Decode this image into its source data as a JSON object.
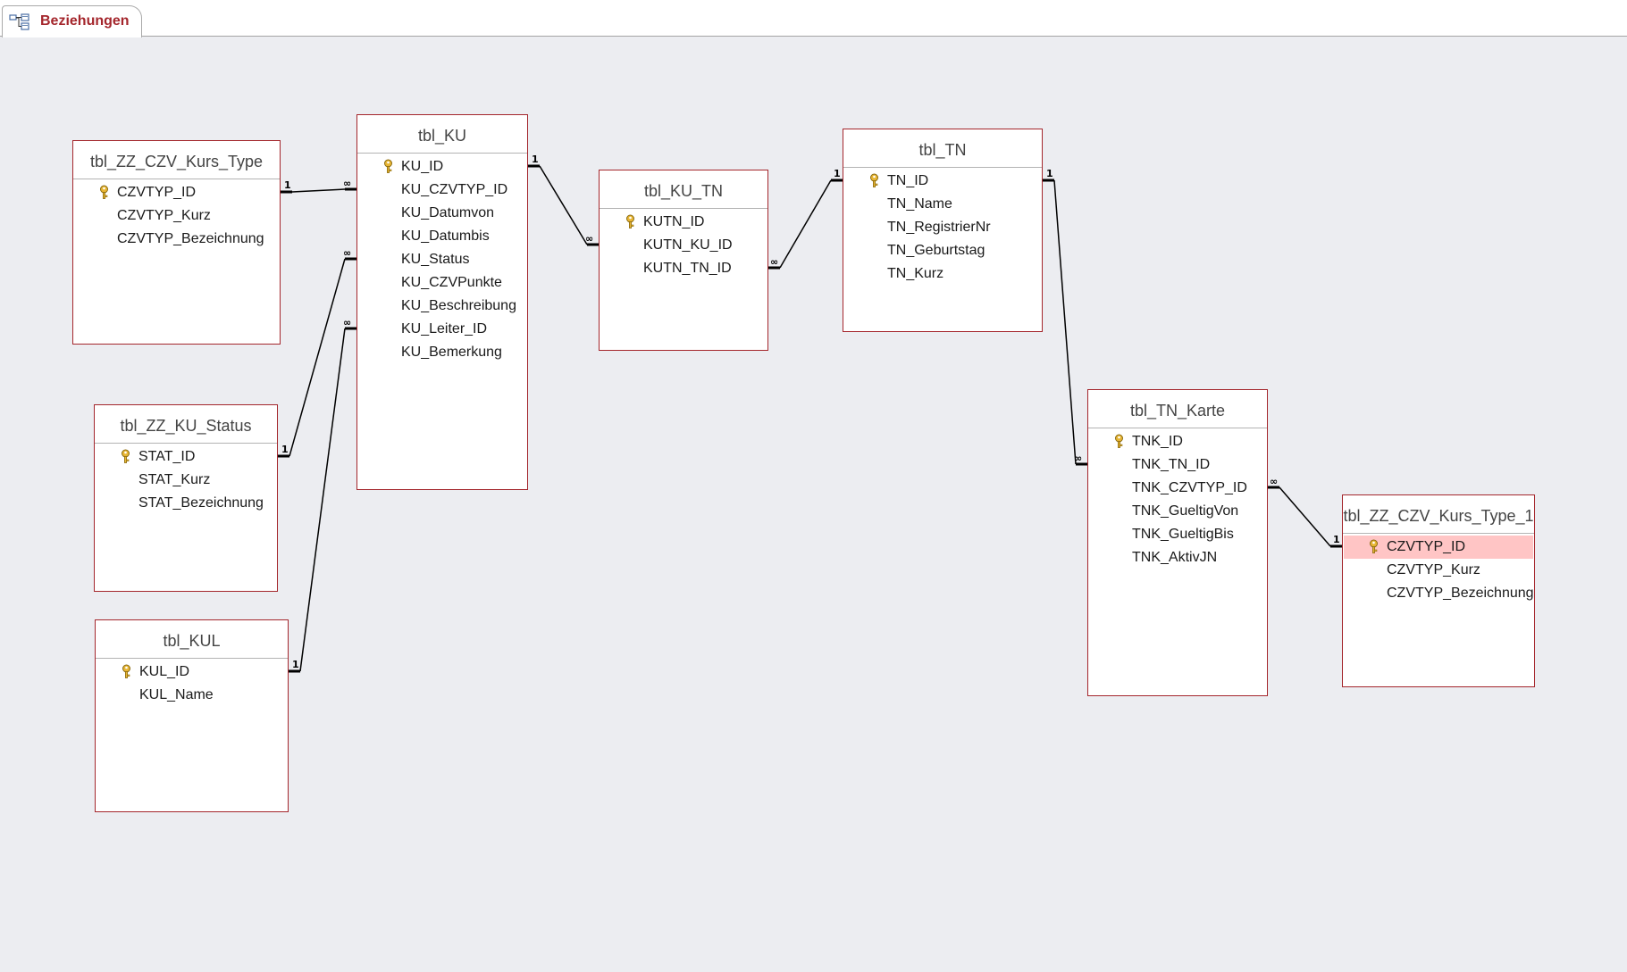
{
  "tab": {
    "label": "Beziehungen",
    "icon": "relationships-icon"
  },
  "tables": [
    {
      "id": "t_czv_type",
      "name": "tbl_ZZ_CZV_Kurs_Type",
      "fields": [
        {
          "name": "CZVTYP_ID",
          "key": true
        },
        {
          "name": "CZVTYP_Kurz"
        },
        {
          "name": "CZVTYP_Bezeichnung"
        }
      ]
    },
    {
      "id": "t_ku_status",
      "name": "tbl_ZZ_KU_Status",
      "fields": [
        {
          "name": "STAT_ID",
          "key": true
        },
        {
          "name": "STAT_Kurz"
        },
        {
          "name": "STAT_Bezeichnung"
        }
      ]
    },
    {
      "id": "t_kul",
      "name": "tbl_KUL",
      "fields": [
        {
          "name": "KUL_ID",
          "key": true
        },
        {
          "name": "KUL_Name"
        }
      ]
    },
    {
      "id": "t_ku",
      "name": "tbl_KU",
      "fields": [
        {
          "name": "KU_ID",
          "key": true
        },
        {
          "name": "KU_CZVTYP_ID"
        },
        {
          "name": "KU_Datumvon"
        },
        {
          "name": "KU_Datumbis"
        },
        {
          "name": "KU_Status"
        },
        {
          "name": "KU_CZVPunkte"
        },
        {
          "name": "KU_Beschreibung"
        },
        {
          "name": "KU_Leiter_ID"
        },
        {
          "name": "KU_Bemerkung"
        }
      ]
    },
    {
      "id": "t_ku_tn",
      "name": "tbl_KU_TN",
      "fields": [
        {
          "name": "KUTN_ID",
          "key": true
        },
        {
          "name": "KUTN_KU_ID"
        },
        {
          "name": "KUTN_TN_ID"
        }
      ]
    },
    {
      "id": "t_tn",
      "name": "tbl_TN",
      "fields": [
        {
          "name": "TN_ID",
          "key": true
        },
        {
          "name": "TN_Name"
        },
        {
          "name": "TN_RegistrierNr"
        },
        {
          "name": "TN_Geburtstag"
        },
        {
          "name": "TN_Kurz"
        }
      ]
    },
    {
      "id": "t_tn_karte",
      "name": "tbl_TN_Karte",
      "fields": [
        {
          "name": "TNK_ID",
          "key": true
        },
        {
          "name": "TNK_TN_ID"
        },
        {
          "name": "TNK_CZVTYP_ID"
        },
        {
          "name": "TNK_GueltigVon"
        },
        {
          "name": "TNK_GueltigBis"
        },
        {
          "name": "TNK_AktivJN"
        }
      ]
    },
    {
      "id": "t_czv_type_1",
      "name": "tbl_ZZ_CZV_Kurs_Type_1",
      "fields": [
        {
          "name": "CZVTYP_ID",
          "key": true,
          "selected": true
        },
        {
          "name": "CZVTYP_Kurz"
        },
        {
          "name": "CZVTYP_Bezeichnung"
        }
      ]
    }
  ],
  "relationships": [
    {
      "from": "tbl_ZZ_CZV_Kurs_Type.CZVTYP_ID",
      "to": "tbl_KU.KU_CZVTYP_ID",
      "one": "1",
      "many": "∞"
    },
    {
      "from": "tbl_ZZ_KU_Status.STAT_ID",
      "to": "tbl_KU.KU_Status",
      "one": "1",
      "many": "∞"
    },
    {
      "from": "tbl_KUL.KUL_ID",
      "to": "tbl_KU.KU_Leiter_ID",
      "one": "1",
      "many": "∞"
    },
    {
      "from": "tbl_KU.KU_ID",
      "to": "tbl_KU_TN.KUTN_KU_ID",
      "one": "1",
      "many": "∞"
    },
    {
      "from": "tbl_TN.TN_ID",
      "to": "tbl_KU_TN.KUTN_TN_ID",
      "one": "1",
      "many": "∞"
    },
    {
      "from": "tbl_TN.TN_ID",
      "to": "tbl_TN_Karte.TNK_TN_ID",
      "one": "1",
      "many": "∞"
    },
    {
      "from": "tbl_ZZ_CZV_Kurs_Type_1.CZVTYP_ID",
      "to": "tbl_TN_Karte.TNK_CZVTYP_ID",
      "one": "1",
      "many": "∞"
    }
  ],
  "colors": {
    "table_border": "#a4262c",
    "selected_field": "#ffc5c5",
    "canvas": "#ecedf1",
    "tab_text": "#a4262c"
  }
}
